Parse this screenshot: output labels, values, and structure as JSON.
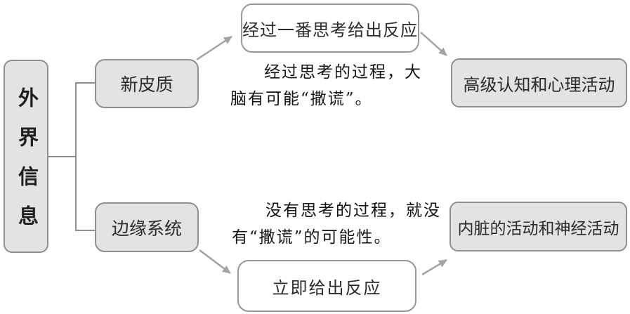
{
  "diagram": {
    "root_label": "外界信息",
    "branch_top_label": "新皮质",
    "branch_bottom_label": "边缘系统",
    "top_flow": {
      "process_label": "经过一番思考给出反应",
      "result_label": "高级认知和心理活动",
      "note_line1": "经过思考的过程，大",
      "note_line2": "脑有可能“撒谎”。"
    },
    "bottom_flow": {
      "process_label": "立即给出反应",
      "result_label": "内脏的活动和神经活动",
      "note_line1": "没有思考的过程，就没",
      "note_line2": "有“撒谎”的可能性。"
    },
    "colors": {
      "box_fill": "#e3e3e3",
      "box_border": "#8f8f8f",
      "white_box_fill": "#ffffff",
      "connector_line": "#8f8f8f",
      "arrow": "#a3a3a3",
      "text": "#1f1f1f"
    }
  }
}
